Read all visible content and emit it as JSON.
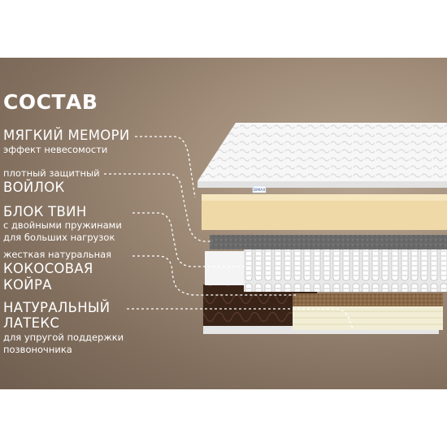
{
  "heading": "СОСТАВ",
  "layers": [
    {
      "main": "МЯГКИЙ МЕМОРИ",
      "sub": "эффект невесомости"
    },
    {
      "sub": "плотный защитный",
      "main": "ВОЙЛОК"
    },
    {
      "main": "БЛОК ТВИН",
      "sub1": "с двойными пружинами",
      "sub2": "для больших нагрузок"
    },
    {
      "sub": "жесткая натуральная",
      "main1": "КОКОСОВАЯ",
      "main2": "КОЙРА"
    },
    {
      "main1": "НАТУРАЛЬНЫЙ",
      "main2": "ЛАТЕКС",
      "sub1": "для упругой поддержки",
      "sub2": "позвоночника"
    }
  ],
  "tag": "DIMAX",
  "colors": {
    "background": "#9a8672",
    "text": "#ffffff"
  }
}
